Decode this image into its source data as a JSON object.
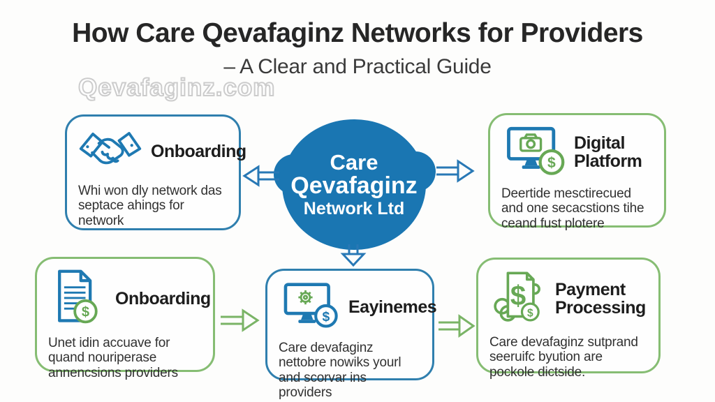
{
  "header": {
    "title": "How Care Qevafaginz Networks for Providers",
    "subtitle": "– A Clear and Practical Guide",
    "watermark": "Qevafaginz.com"
  },
  "center_node": {
    "line1": "Care",
    "line2": "Qevafaginz",
    "line3": "Network Ltd"
  },
  "boxes": [
    {
      "title": "Onboarding",
      "body": "Whi won dly network das septace ahings for network",
      "icon": "handshake-icon",
      "border_color": "#2f7fae"
    },
    {
      "title": "Digital Platform",
      "body": "Deertide mesctirecued and one secacstions tihe ceand fust plotere",
      "icon": "monitor-camera-dollar-icon",
      "border_color": "#86bd73"
    },
    {
      "title": "Onboarding",
      "body": "Unet idin accuave for quand nouriperase annencsions providers",
      "icon": "document-dollar-icon",
      "border_color": "#86bd73"
    },
    {
      "title": "Eayinemes",
      "body": "Care devafaginz nettobre nowiks yourl and scorvar ins providers",
      "icon": "monitor-gear-dollar-icon",
      "border_color": "#2f7fae"
    },
    {
      "title": "Payment Processing",
      "body": "Care devafaginz sutprand seeruifc byution are pockole dictside.",
      "icon": "receipt-dollar-icon",
      "border_color": "#86bd73"
    }
  ],
  "arrows": [
    {
      "direction": "left",
      "color": "#2878b5"
    },
    {
      "direction": "right",
      "color": "#2878b5"
    },
    {
      "direction": "down",
      "color": "#2878b5"
    },
    {
      "direction": "right",
      "color": "#7ab466"
    },
    {
      "direction": "right",
      "color": "#7ab466"
    }
  ],
  "colors": {
    "node_blue": "#1a76b2",
    "border_blue": "#2f7fae",
    "border_green": "#86bd73",
    "icon_blue": "#1e79b2",
    "icon_green": "#67a855",
    "title_text": "#262626"
  }
}
